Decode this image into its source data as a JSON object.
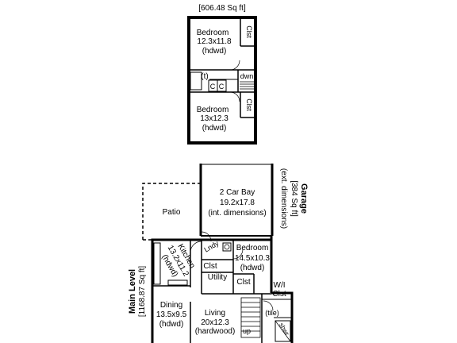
{
  "upper_floor": {
    "area_label": "[606.48 Sq ft]",
    "rooms": [
      {
        "name": "Bedroom",
        "dims": "12.3x11.8",
        "floor": "(hdwd)"
      },
      {
        "name": "Bedroom",
        "dims": "13x12.3",
        "floor": "(hdwd)"
      }
    ],
    "closet_top": "Clst",
    "closet_bottom": "Clst",
    "stair_label": "dwn",
    "toilet_label": "(t)",
    "closet_c1": "C",
    "closet_c2": "C"
  },
  "garage": {
    "title": "Garage",
    "area_label": "[384 Sq ft]",
    "note": "(ext. dimensions)",
    "bay_name": "2 Car Bay",
    "bay_dims": "19.2x17.8",
    "bay_note": "(int. dimensions)"
  },
  "patio": {
    "name": "Patio"
  },
  "main_level": {
    "title": "Main Level",
    "area_label": "[1168.87 Sq ft]",
    "kitchen": {
      "name": "Kitchen",
      "dims": "13.2x11.2",
      "floor": "(hdwd)"
    },
    "laundry": "Lndy",
    "closet_a": "Clst",
    "utility": "Utility",
    "closet_b": "Clst",
    "bedroom": {
      "name": "Bedroom",
      "dims": "14.5x10.3",
      "floor": "(hdwd)"
    },
    "walk_in_closet": {
      "line1": "W/I",
      "line2": "Clst"
    },
    "tile_label": "(tile)",
    "shower_label": "shwr",
    "dining": {
      "name": "Dining",
      "dims": "13.5x9.5",
      "floor": "(hdwd)"
    },
    "living": {
      "name": "Living",
      "dims": "20x12.3",
      "floor": "(hardwood)"
    },
    "stair_label": "up"
  }
}
